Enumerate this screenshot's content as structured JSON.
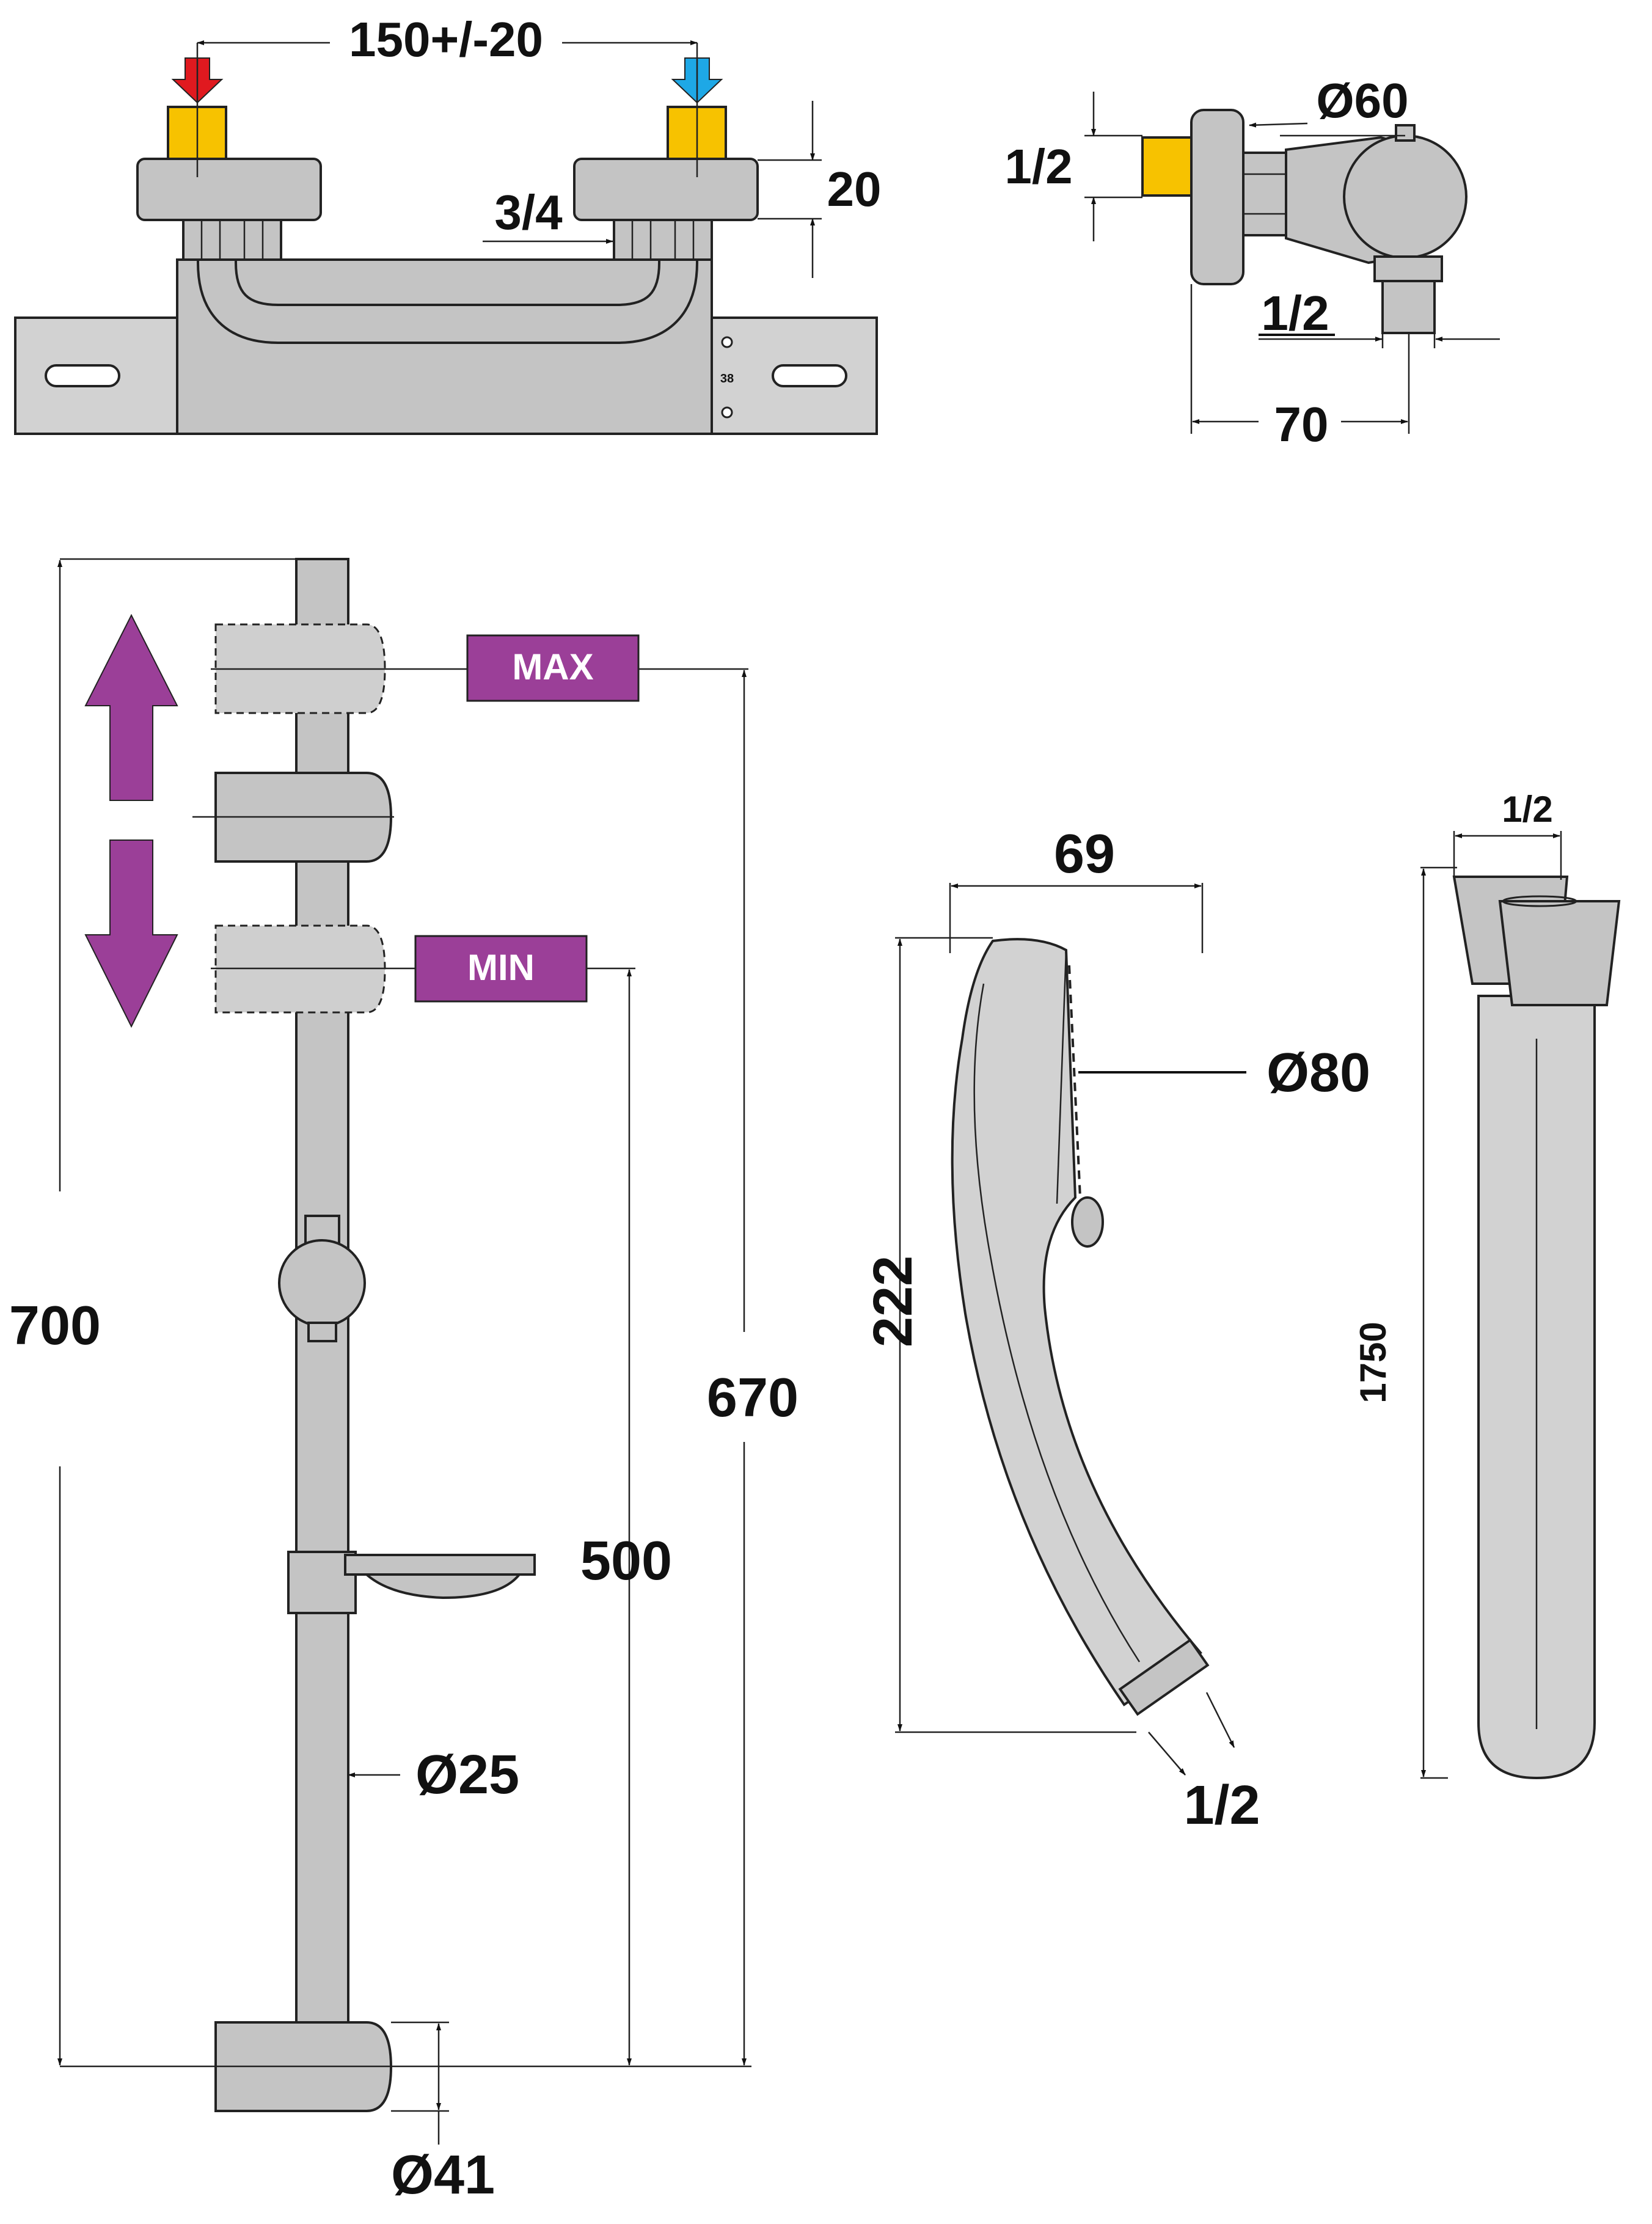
{
  "thermostat_front": {
    "spacing_label": "150+/-20",
    "height_label": "20",
    "inlet_thread_label": "3/4",
    "body_mark": "38",
    "hot_arrow_color": "#e0191f",
    "cold_arrow_color": "#1ea8e6",
    "fitting_color": "#f7c200"
  },
  "thermostat_side": {
    "diameter_label": "Ø60",
    "inlet_label": "1/2",
    "outlet_label": "1/2",
    "depth_label": "70"
  },
  "slide_bar": {
    "total_height_label": "700",
    "max_range_label": "670",
    "min_range_label": "500",
    "bar_diameter_label": "Ø25",
    "bracket_diameter_label": "Ø41",
    "max_badge": "MAX",
    "min_badge": "MIN",
    "badge_color": "#9b3f98",
    "arrow_color": "#9b3f98"
  },
  "hand_shower": {
    "width_label": "69",
    "length_label": "222",
    "head_diameter_label": "Ø80",
    "thread_label": "1/2"
  },
  "hose": {
    "length_label": "1750",
    "thread_label": "1/2"
  }
}
